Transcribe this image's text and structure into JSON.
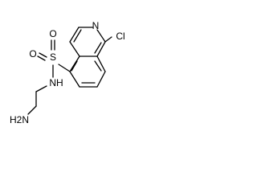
{
  "molecule": {
    "atom_labels": {
      "cl": "Cl",
      "n_ring": "N",
      "s": "S",
      "o_upper": "O",
      "o_lower": "O",
      "nh": "NH",
      "nh2": "H2N"
    },
    "colors": {
      "bond": "#000000",
      "text": "#000000",
      "background": "#ffffff"
    }
  }
}
